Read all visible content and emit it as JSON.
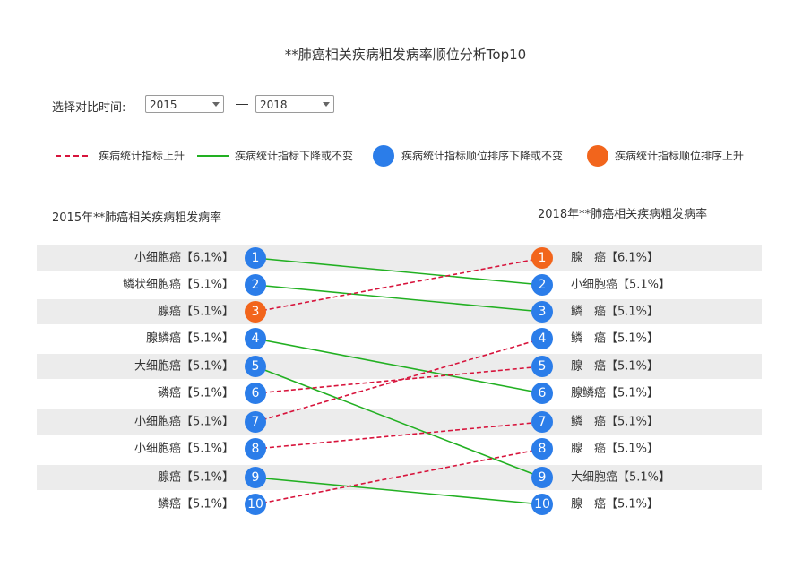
{
  "title": "**肺癌相关疾病粗发病率顺位分析Top10",
  "filter": {
    "label": "选择对比时间:",
    "from_year": "2015",
    "to_year": "2018",
    "separator": "—"
  },
  "legend": {
    "up_line": "疾病统计指标上升",
    "down_line": "疾病统计指标下降或不变",
    "down_dot": "疾病统计指标顺位排序下降或不变",
    "up_dot": "疾病统计指标顺位排序上升"
  },
  "colors": {
    "up": "#d7143c",
    "down": "#22b022",
    "blue_dot": "#2b7de9",
    "orange_dot": "#f2651c",
    "stripe": "#ececec"
  },
  "chart_data": {
    "type": "slope",
    "left_title": "2015年**肺癌相关疾病粗发病率",
    "right_title": "2018年**肺癌相关疾病粗发病率",
    "left": [
      {
        "rank": 1,
        "name": "小细胞癌",
        "value": "【6.1%】",
        "dot": "blue"
      },
      {
        "rank": 2,
        "name": "鳞状细胞癌",
        "value": "【5.1%】",
        "dot": "blue"
      },
      {
        "rank": 3,
        "name": "腺癌",
        "value": "【5.1%】",
        "dot": "orange"
      },
      {
        "rank": 4,
        "name": "腺鳞癌",
        "value": "【5.1%】",
        "dot": "blue"
      },
      {
        "rank": 5,
        "name": "大细胞癌",
        "value": "【5.1%】",
        "dot": "blue"
      },
      {
        "rank": 6,
        "name": "磷癌",
        "value": "【5.1%】",
        "dot": "blue"
      },
      {
        "rank": 7,
        "name": "小细胞癌",
        "value": "【5.1%】",
        "dot": "blue"
      },
      {
        "rank": 8,
        "name": "小细胞癌",
        "value": "【5.1%】",
        "dot": "blue"
      },
      {
        "rank": 9,
        "name": "腺癌",
        "value": "【5.1%】",
        "dot": "blue"
      },
      {
        "rank": 10,
        "name": "鳞癌",
        "value": "【5.1%】",
        "dot": "blue"
      }
    ],
    "right": [
      {
        "rank": 1,
        "name": "腺　癌",
        "value": "【6.1%】",
        "dot": "orange"
      },
      {
        "rank": 2,
        "name": "小细胞癌",
        "value": "【5.1%】",
        "dot": "blue"
      },
      {
        "rank": 3,
        "name": "鳞　癌",
        "value": "【5.1%】",
        "dot": "blue"
      },
      {
        "rank": 4,
        "name": "鳞　癌",
        "value": "【5.1%】",
        "dot": "blue"
      },
      {
        "rank": 5,
        "name": "腺　癌",
        "value": "【5.1%】",
        "dot": "blue"
      },
      {
        "rank": 6,
        "name": "腺鳞癌",
        "value": "【5.1%】",
        "dot": "blue"
      },
      {
        "rank": 7,
        "name": "鳞　癌",
        "value": "【5.1%】",
        "dot": "blue"
      },
      {
        "rank": 8,
        "name": "腺　癌",
        "value": "【5.1%】",
        "dot": "blue"
      },
      {
        "rank": 9,
        "name": "大细胞癌",
        "value": "【5.1%】",
        "dot": "blue"
      },
      {
        "rank": 10,
        "name": "腺　癌",
        "value": "【5.1%】",
        "dot": "blue"
      }
    ],
    "links": [
      {
        "from": 1,
        "to": 2,
        "trend": "down"
      },
      {
        "from": 2,
        "to": 3,
        "trend": "down"
      },
      {
        "from": 3,
        "to": 1,
        "trend": "up"
      },
      {
        "from": 4,
        "to": 6,
        "trend": "down"
      },
      {
        "from": 5,
        "to": 9,
        "trend": "down"
      },
      {
        "from": 6,
        "to": 5,
        "trend": "up"
      },
      {
        "from": 7,
        "to": 4,
        "trend": "up"
      },
      {
        "from": 8,
        "to": 7,
        "trend": "up"
      },
      {
        "from": 9,
        "to": 10,
        "trend": "down"
      },
      {
        "from": 10,
        "to": 8,
        "trend": "up"
      }
    ]
  }
}
